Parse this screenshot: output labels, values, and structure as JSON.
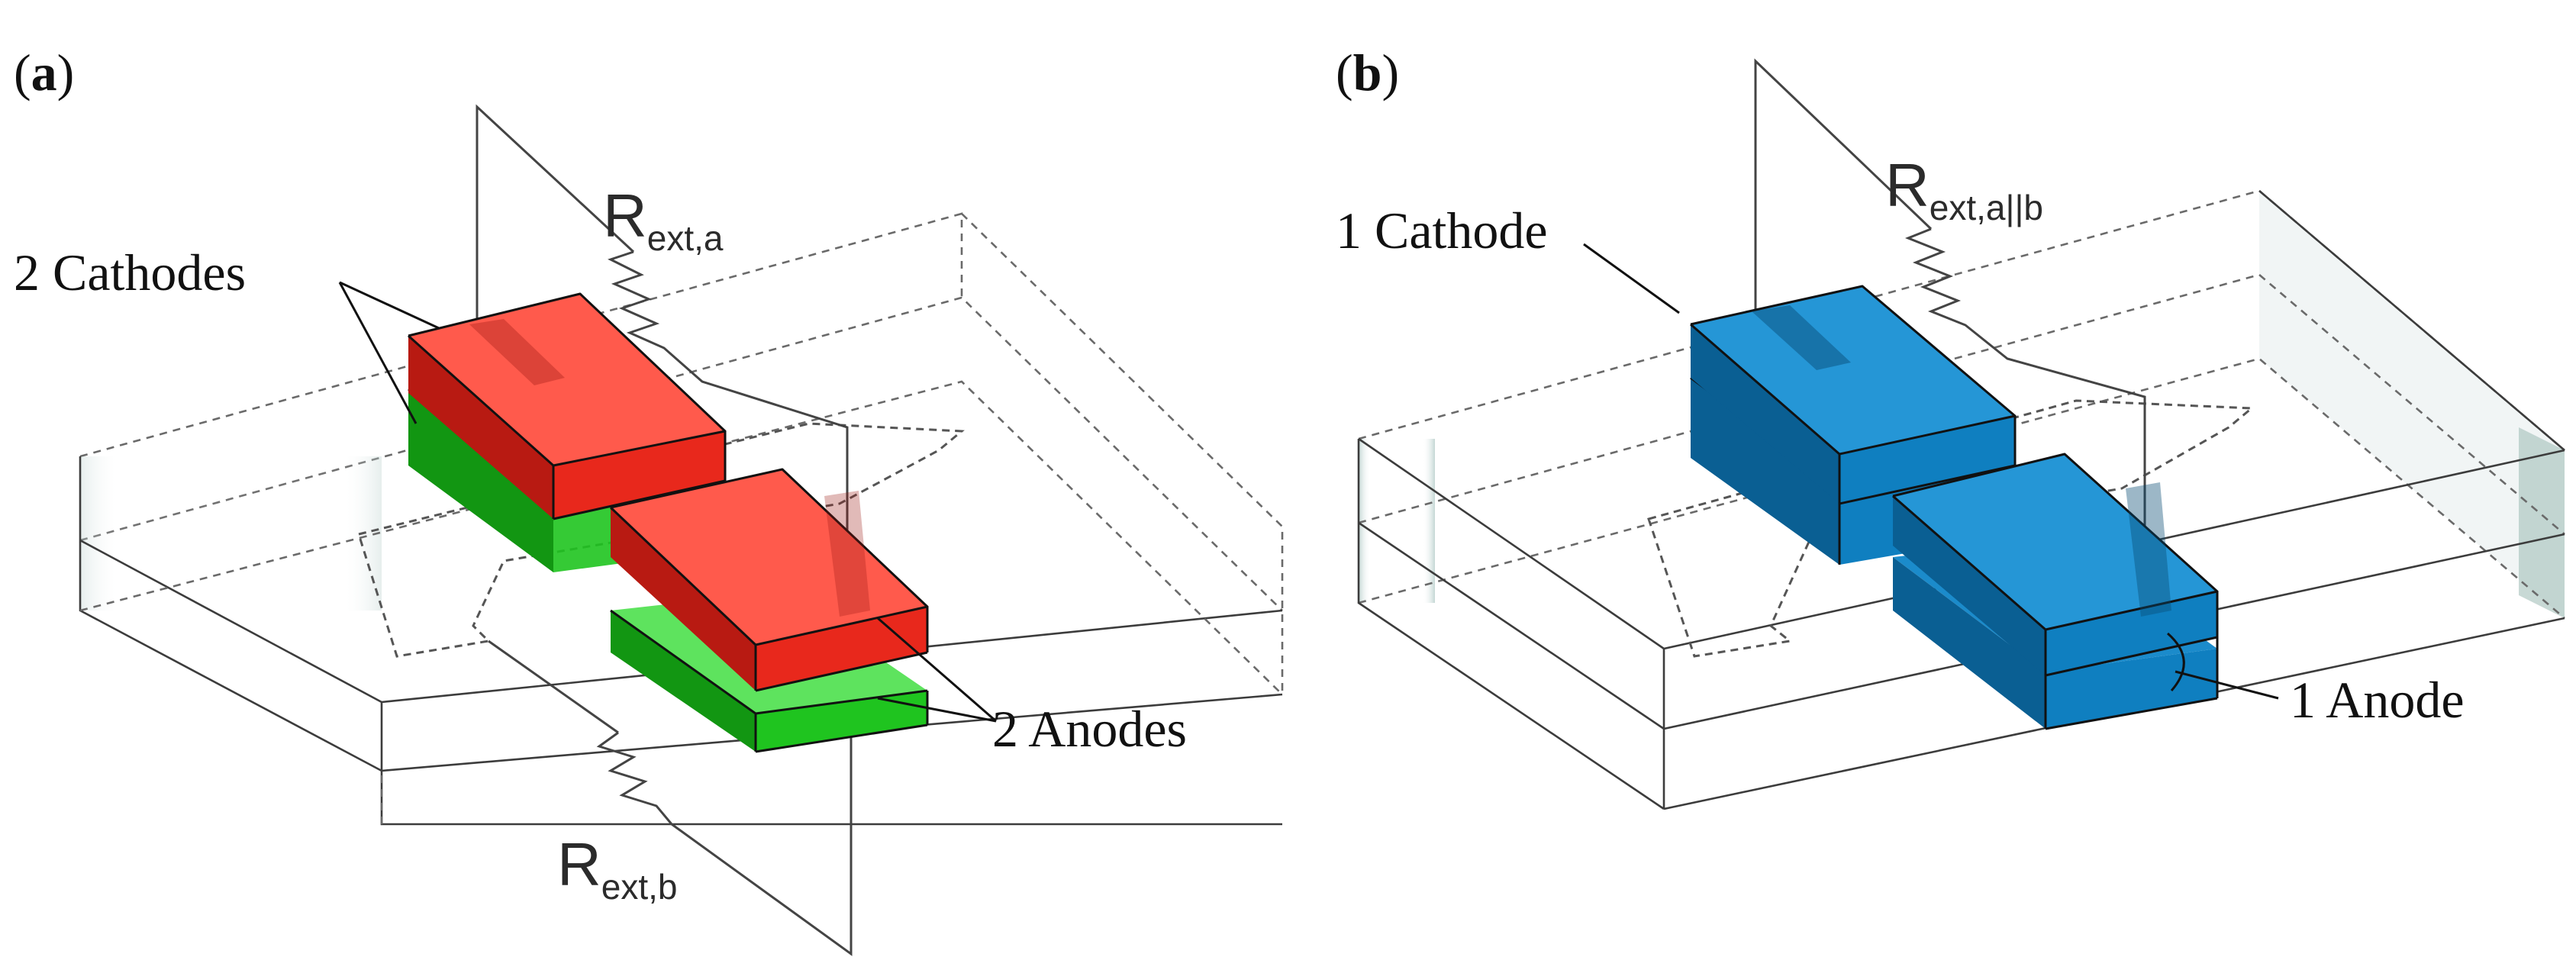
{
  "panel_a": {
    "label_open": "(",
    "label_letter": "a",
    "label_close": ")",
    "resistor_top": {
      "main": "R",
      "sub": "ext,a"
    },
    "resistor_bottom": {
      "main": "R",
      "sub": "ext,b"
    },
    "cathode_label": "2 Cathodes",
    "anode_label": "2 Anodes"
  },
  "panel_b": {
    "label_open": "(",
    "label_letter": "b",
    "label_close": ")",
    "resistor": {
      "main": "R",
      "sub": "ext,a||b"
    },
    "cathode_label": "1 Cathode",
    "anode_label": "1 Anode"
  },
  "colors": {
    "cathode_red_top": "#ff5a4c",
    "cathode_red_front": "#e8281c",
    "cathode_red_side": "#b81a12",
    "anode_green_top": "#5ee35e",
    "anode_green_front": "#1fc41f",
    "anode_green_side": "#129612",
    "blue_top": "#2596d6",
    "blue_front": "#0f7fc0",
    "blue_side": "#0a5f93",
    "glass": "#cfdcda"
  }
}
